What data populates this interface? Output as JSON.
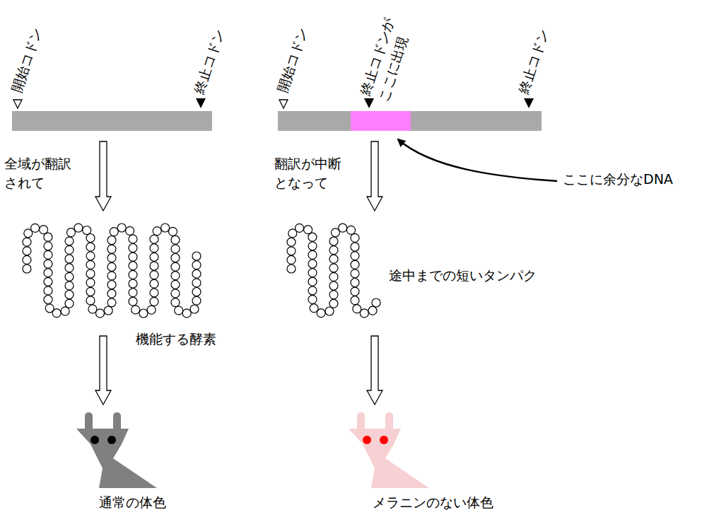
{
  "diagram": {
    "labels": [
      "開始コドン",
      "終止コドン",
      "開始コドン",
      "終止コドンが ここに出現",
      "終止コドン",
      "全域が翻訳 されて",
      "翻訳が中断 となって",
      "ここに余分なDNA",
      "機能する酵素",
      "途中までの短いタンパク",
      "通常の体色",
      "メラニンのない体色"
    ]
  }
}
